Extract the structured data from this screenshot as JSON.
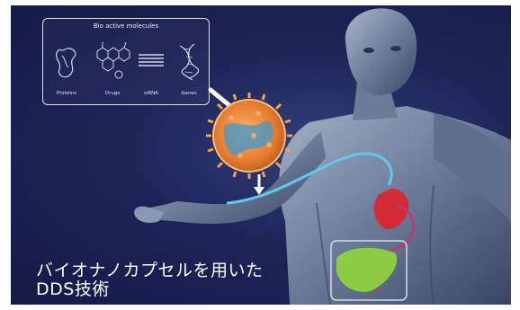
{
  "panel": {
    "title": "Bio active molecules",
    "items": [
      {
        "label": "Proteins",
        "icon": "protein-structure-icon"
      },
      {
        "label": "Drugs",
        "icon": "drug-molecule-icon"
      },
      {
        "label": "siRNA",
        "icon": "sirna-strands-icon"
      },
      {
        "label": "Genes",
        "icon": "dna-helix-icon"
      }
    ]
  },
  "caption": {
    "line1": "バイオナノカプセルを用いた",
    "line2": "DDS技術"
  },
  "colors": {
    "background": "#1d2458",
    "capsule": "#e8883a",
    "spike": "#f2a24b",
    "vessel": "#5ec8f0",
    "heart": "#d42a35",
    "liver": "#8fd63a",
    "body": "#7f8ea8"
  }
}
